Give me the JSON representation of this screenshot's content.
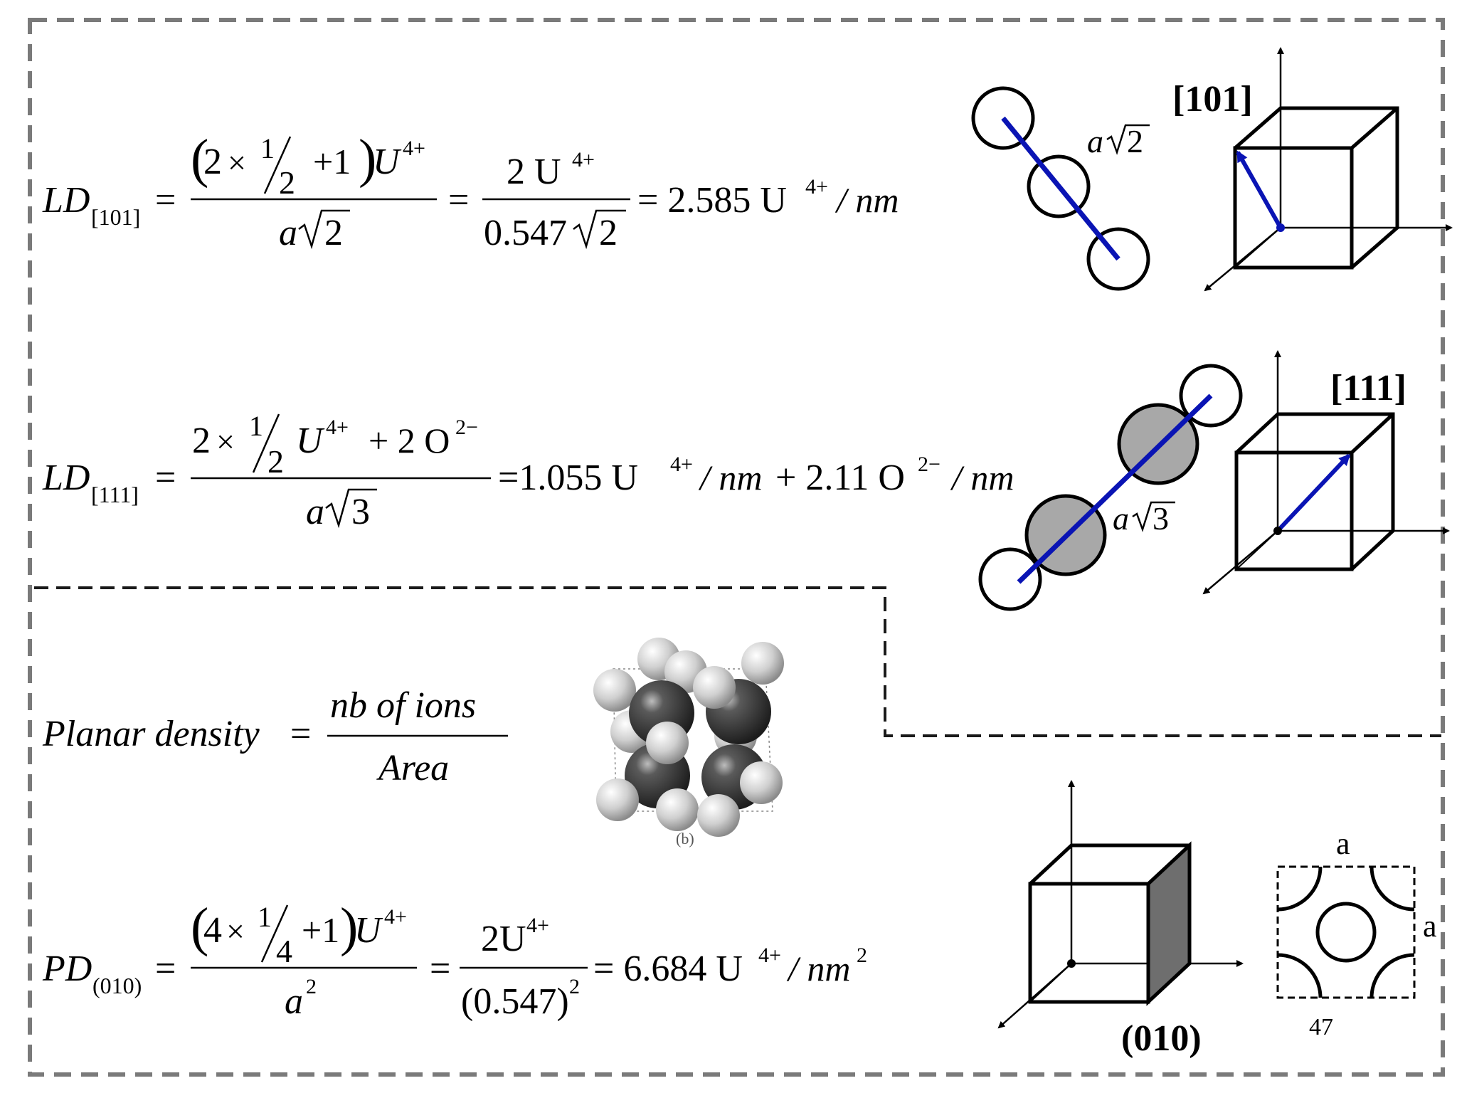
{
  "equations": {
    "ld101": {
      "lhs": "LD",
      "lhs_sub": "[101]",
      "eq": "=",
      "num_paren_open": "(",
      "num_two": "2",
      "times": "×",
      "frac_num": "1",
      "frac_den": "2",
      "plus_one": "+1",
      "num_paren_close": ")",
      "ion": "U",
      "ion_sup": "4+",
      "den_a": "a",
      "den_rad": "2",
      "eq2": "=",
      "num2": "2 U",
      "num2_sup": "4+",
      "den2": "0.547",
      "den2_rad": "2",
      "result": "= 2.585 U",
      "result_sup": "4+",
      "result_unit": " / nm"
    },
    "ld111": {
      "lhs": "LD",
      "lhs_sub": "[111]",
      "eq": "=",
      "num_two": "2",
      "times": "×",
      "frac_num": "1",
      "frac_den": "2",
      "ion": "U",
      "ion_sup": "4+",
      "plus_term": "+ 2 O",
      "o_sup": "2−",
      "den_a": "a",
      "den_rad": "3",
      "result_a": "=1.055 U",
      "result_a_sup": "4+",
      "result_a_unit": " / nm",
      "result_b": "+ 2.11 O",
      "result_b_sup": "2−",
      "result_b_unit": " / nm"
    },
    "planar": {
      "lhs": "Planar density",
      "eq": "=",
      "num": "nb of  ions",
      "den": "Area"
    },
    "pd010": {
      "lhs": "PD",
      "lhs_sub": "(010)",
      "eq": "=",
      "num_paren_open": "(",
      "num_four": "4",
      "times": "×",
      "frac_num": "1",
      "frac_den": "4",
      "plus_one": "+1",
      "num_paren_close": ")",
      "ion": "U",
      "ion_sup": "4+",
      "den_a": "a",
      "den_sup": "2",
      "eq2": "=",
      "num2": "2U",
      "num2_sup": "4+",
      "den2": "(0.547)",
      "den2_sup": "2",
      "result": "= 6.684 U",
      "result_sup": "4+",
      "result_unit": " / nm",
      "result_unit_sup": "2"
    }
  },
  "diagrams": {
    "dir101_label": "[101]",
    "dir101_length": "a",
    "dir101_length_rad": "2",
    "dir111_label": "[111]",
    "dir111_length": "a",
    "dir111_length_rad": "3",
    "plane010_label": "(010)",
    "plane_side_top": "a",
    "plane_side_right": "a",
    "plane_corner_note": "47",
    "model_caption": "(b)"
  },
  "colors": {
    "vector_blue": "#0a14b4",
    "frame_gray": "#7a7a7a",
    "inner_dash": "#1a1a1a",
    "anion_gray": "#a8a8a8",
    "face_shade": "#6e6e6e"
  }
}
